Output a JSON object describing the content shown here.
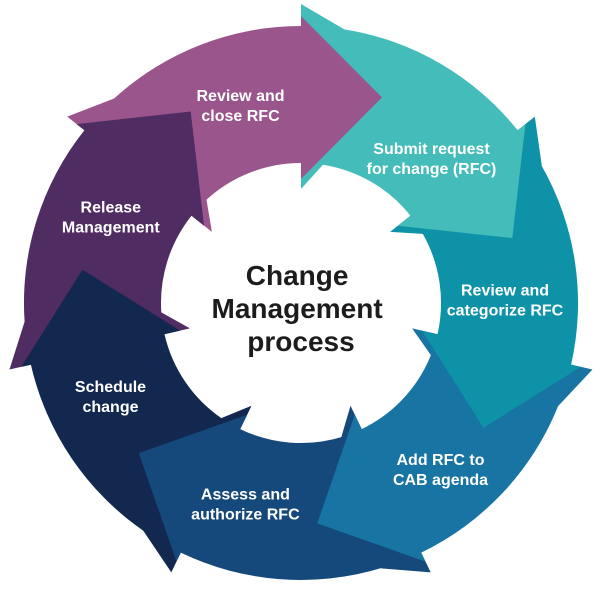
{
  "diagram": {
    "type": "cycle",
    "direction": "clockwise",
    "background": "#ffffff",
    "center_title": {
      "lines": [
        "Change",
        "Management",
        "process"
      ],
      "color": "#1c1c1c"
    },
    "segments": [
      {
        "id": "submit-rfc",
        "lines": [
          "Submit request",
          "for change (RFC)"
        ],
        "label": "Submit request for change (RFC)",
        "color": "#44bcb9",
        "start_angle": 0,
        "label_angle": 42,
        "label_radius": 195
      },
      {
        "id": "review-categorize",
        "lines": [
          "Review and",
          "categorize RFC"
        ],
        "label": "Review and categorize RFC",
        "color": "#0e92a8",
        "start_angle": 51.43,
        "label_angle": 89,
        "label_radius": 204
      },
      {
        "id": "add-rfc-cab",
        "lines": [
          "Add RFC to",
          "CAB agenda"
        ],
        "label": "Add RFC to CAB agenda",
        "color": "#1774a3",
        "start_angle": 102.86,
        "label_angle": 140,
        "label_radius": 217
      },
      {
        "id": "assess-authorize",
        "lines": [
          "Assess and",
          "authorize RFC"
        ],
        "label": "Assess and authorize RFC",
        "color": "#15497b",
        "start_angle": 154.29,
        "label_angle": 195.5,
        "label_radius": 208
      },
      {
        "id": "schedule-change",
        "lines": [
          "Schedule",
          "change"
        ],
        "label": "Schedule change",
        "color": "#12284e",
        "start_angle": 205.71,
        "label_angle": 244,
        "label_radius": 212
      },
      {
        "id": "release-management",
        "lines": [
          "Release",
          "Management"
        ],
        "label": "Release Management",
        "color": "#4f2c61",
        "start_angle": 257.14,
        "label_angle": 294.5,
        "label_radius": 209
      },
      {
        "id": "review-close",
        "lines": [
          "Review and",
          "close RFC"
        ],
        "label": "Review and close RFC",
        "color": "#9a568c",
        "start_angle": 308.57,
        "label_angle": 343,
        "label_radius": 207
      }
    ]
  }
}
